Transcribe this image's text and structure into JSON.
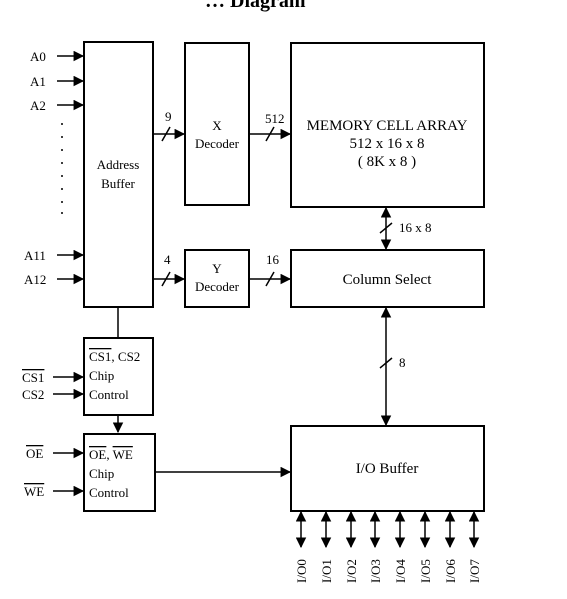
{
  "header": {
    "title_fragment": "… Diagram"
  },
  "inputs": {
    "address": [
      "A0",
      "A1",
      "A2",
      "A11",
      "A12"
    ],
    "cs1": "CS1",
    "cs2": "CS2",
    "oe": "OE",
    "we": "WE"
  },
  "blocks": {
    "address_buffer": [
      "Address",
      "Buffer"
    ],
    "x_decoder": [
      "X",
      "Decoder"
    ],
    "y_decoder": [
      "Y",
      "Decoder"
    ],
    "memory_array": [
      "MEMORY CELL ARRAY",
      "512 x 16 x 8",
      "( 8K x 8 )"
    ],
    "column_select": "Column Select",
    "cs_control": {
      "prefix": "CS1",
      "suffix": ", CS2",
      "line2": "Chip",
      "line3": "Control"
    },
    "oe_we_control": {
      "oe": "OE",
      "sep": ", ",
      "we": "WE",
      "line2": "Chip",
      "line3": "Control"
    },
    "io_buffer": "I/O Buffer"
  },
  "bus_widths": {
    "addr_to_x": "9",
    "addr_to_y": "4",
    "x_to_array": "512",
    "y_to_column": "16",
    "array_to_column": "16 x 8",
    "column_to_io": "8"
  },
  "outputs": [
    "I/O0",
    "I/O1",
    "I/O2",
    "I/O3",
    "I/O4",
    "I/O5",
    "I/O6",
    "I/O7"
  ]
}
